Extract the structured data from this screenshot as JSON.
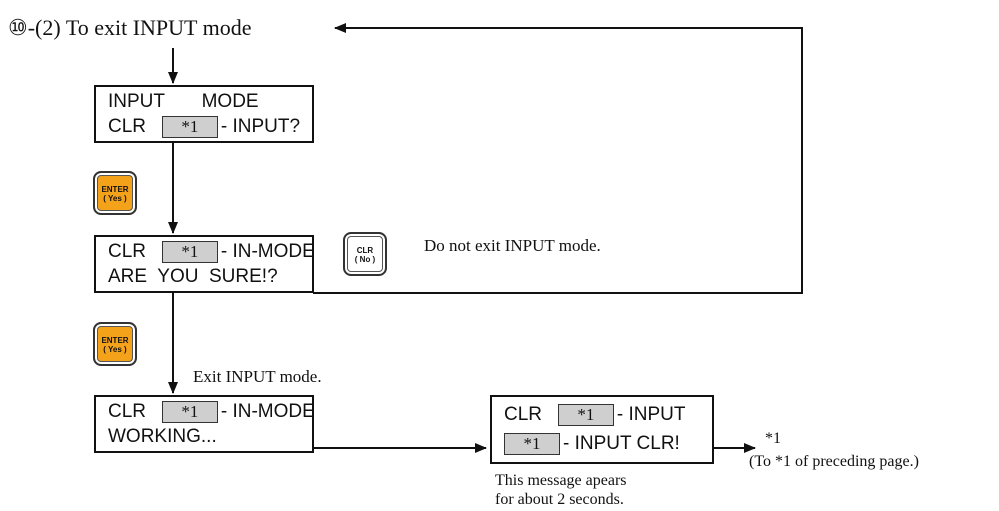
{
  "title": {
    "step": "⑩",
    "text": "-(2) To exit INPUT mode"
  },
  "screens": {
    "input_mode": {
      "line1": "INPUT       MODE",
      "line2_pre": "CLR",
      "line2_ref": "*1",
      "line2_post": "- INPUT?"
    },
    "confirm": {
      "line1_pre": "CLR",
      "line1_ref": "*1",
      "line1_post": "- IN-MODE",
      "line2": "ARE  YOU  SURE!?"
    },
    "working": {
      "line1_pre": "CLR",
      "line1_ref": "*1",
      "line1_post": "- IN-MODE",
      "line2": "WORKING..."
    },
    "cleared": {
      "line1_pre": "CLR",
      "line1_ref": "*1",
      "line1_post": "- INPUT",
      "line2_ref": "*1",
      "line2_post": "- INPUT  CLR!"
    }
  },
  "keys": {
    "enter1": {
      "label": "ENTER",
      "sub": "( Yes )"
    },
    "enter2": {
      "label": "ENTER",
      "sub": "( Yes )"
    },
    "clr": {
      "label": "CLR",
      "sub": "( No )"
    }
  },
  "notes": {
    "no_exit": "Do not exit INPUT mode.",
    "exit": "Exit INPUT mode.",
    "message_line1": "This message apears",
    "message_line2": "for about 2 seconds.",
    "ref_label": "*1",
    "ref_note": "(To *1 of preceding page.)"
  },
  "colors": {
    "enter_key": "#f5a21b",
    "ref_box": "#cfcfcf",
    "line": "#111111"
  }
}
